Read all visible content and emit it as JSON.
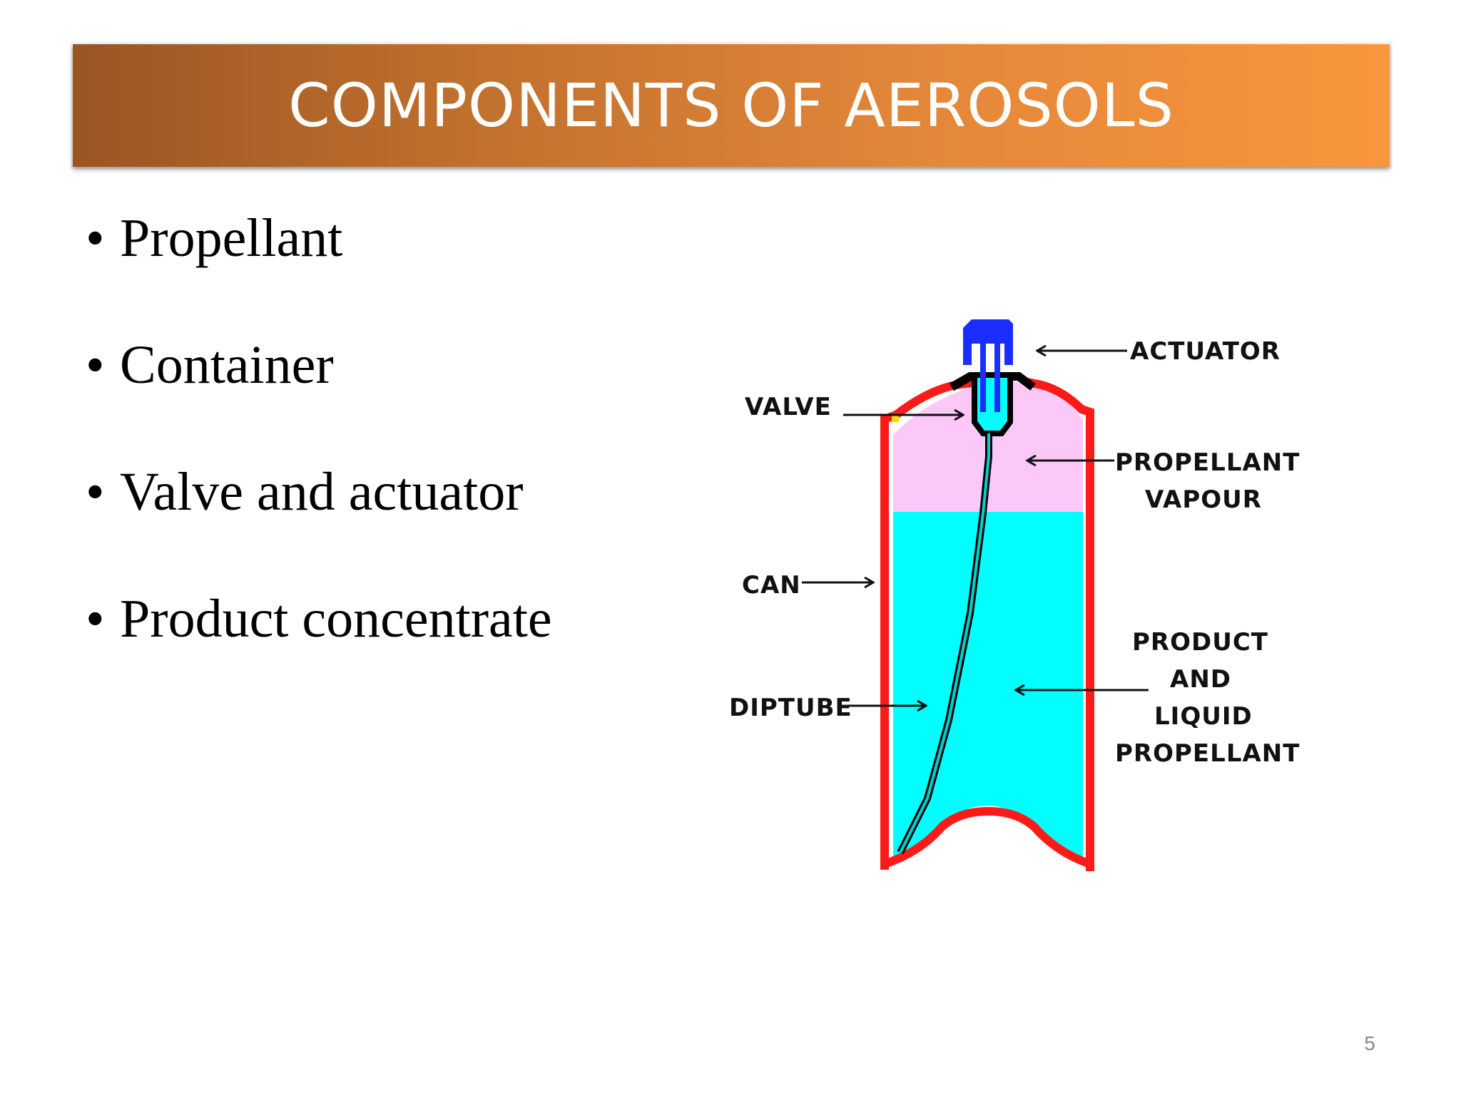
{
  "slide": {
    "title": "COMPONENTS OF AEROSOLS",
    "page_number": "5",
    "title_gradient": [
      "#9b5523",
      "#f9963c"
    ]
  },
  "bullets": [
    {
      "label": "Propellant"
    },
    {
      "label": "Container"
    },
    {
      "label": "Valve and actuator"
    },
    {
      "label": "Product concentrate"
    }
  ],
  "diagram": {
    "labels": {
      "actuator": "ACTUATOR",
      "valve": "VALVE",
      "propellant_vapour_line1": "PROPELLANT",
      "propellant_vapour_line2": "VAPOUR",
      "can": "CAN",
      "product_line1": "PRODUCT",
      "product_line2": "AND",
      "product_line3": "LIQUID",
      "product_line4": "PROPELLANT",
      "diptube": "DIPTUBE"
    },
    "colors": {
      "can_wall": "#ff1a1a",
      "vapour": "#fbc8f8",
      "liquid": "#00ffff",
      "actuator": "#1a2eff",
      "valve": "#000000"
    }
  }
}
